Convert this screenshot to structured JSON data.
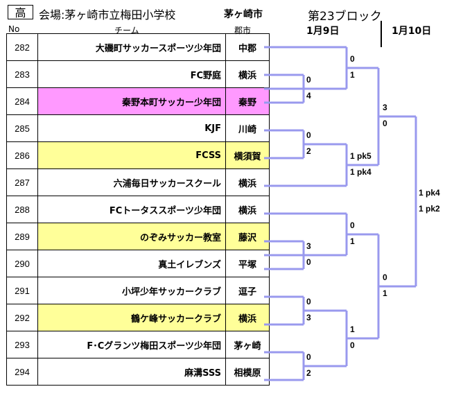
{
  "header": {
    "category": "高",
    "venue": "会場:茅ヶ崎市立梅田小学校",
    "venue_city": "茅ヶ崎市",
    "block": "第23ブロック",
    "date1": "1月9日",
    "date2": "1月10日"
  },
  "columns": {
    "no": "No",
    "team": "チーム",
    "city": "郡市"
  },
  "teams": [
    {
      "no": "282",
      "name": "大磯町サッカースポーツ少年団",
      "city": "中郡",
      "color": ""
    },
    {
      "no": "283",
      "name": "FC野庭",
      "city": "横浜",
      "color": ""
    },
    {
      "no": "284",
      "name": "秦野本町サッカー少年団",
      "city": "秦野",
      "color": "#ff99ff"
    },
    {
      "no": "285",
      "name": "KJF",
      "city": "川崎",
      "color": ""
    },
    {
      "no": "286",
      "name": "FCSS",
      "city": "横須賀",
      "color": "#ffff99"
    },
    {
      "no": "287",
      "name": "六浦毎日サッカースクール",
      "city": "横浜",
      "color": ""
    },
    {
      "no": "288",
      "name": "FCトータススポーツ少年団",
      "city": "横浜",
      "color": ""
    },
    {
      "no": "289",
      "name": "のぞみサッカー教室",
      "city": "藤沢",
      "color": "#ffff99"
    },
    {
      "no": "290",
      "name": "真土イレブンズ",
      "city": "平塚",
      "color": ""
    },
    {
      "no": "291",
      "name": "小坪少年サッカークラブ",
      "city": "逗子",
      "color": ""
    },
    {
      "no": "292",
      "name": "鶴ケ峰サッカークラブ",
      "city": "横浜",
      "color": "#ffff99"
    },
    {
      "no": "293",
      "name": "F･Cグランツ梅田スポーツ少年団",
      "city": "茅ヶ崎",
      "color": ""
    },
    {
      "no": "294",
      "name": "麻溝SSS",
      "city": "相模原",
      "color": ""
    }
  ],
  "scores": {
    "m1_a": "0",
    "m1_b": "4",
    "m2_a": "0",
    "m2_b": "2",
    "m3_a": "3",
    "m3_b": "0",
    "m4_a": "0",
    "m4_b": "3",
    "m5_a": "0",
    "m5_b": "2",
    "r2a_a": "0",
    "r2a_b": "1",
    "r2b_a": "1 pk5",
    "r2b_b": "1 pk4",
    "r2c_a": "0",
    "r2c_b": "1",
    "r2d_a": "1",
    "r2d_b": "0",
    "r3a_a": "3",
    "r3a_b": "0",
    "r3b_a": "0",
    "r3b_b": "1",
    "final_a": "1 pk4",
    "final_b": "1 pk2"
  },
  "line_color": "#9999ee"
}
